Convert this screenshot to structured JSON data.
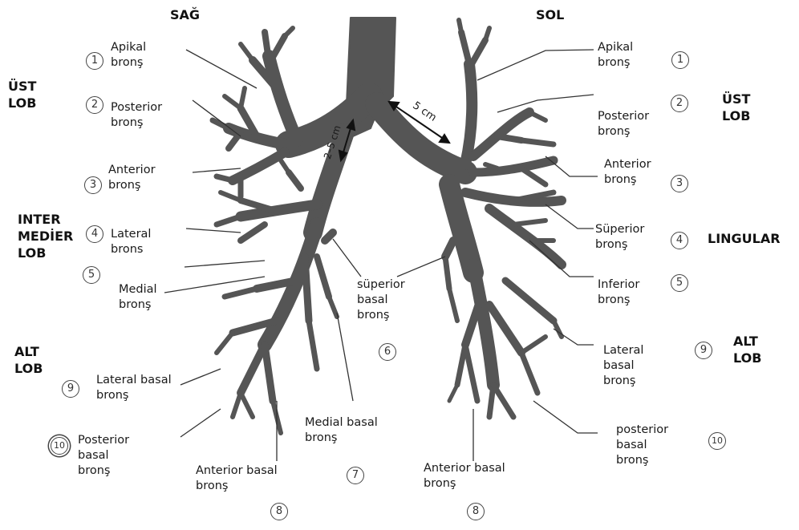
{
  "headers": {
    "right_side": "SAĞ",
    "left_side": "SOL",
    "right_upper": "ÜST\nLOB",
    "right_inter": "INTER\nMEDİER\nLOB",
    "right_lower": "ALT\nLOB",
    "left_upper": "ÜST\nLOB",
    "left_lingular": "LINGULAR",
    "left_lower": "ALT\nLOB"
  },
  "measurements": {
    "left_main": "5 cm",
    "intermedius": "2–5 cm"
  },
  "right_labels": {
    "apical": "Apikal\nbronş",
    "posterior": "Posterior\nbronş",
    "anterior": "Anterior\nbronş",
    "lateral": "Lateral\nbrons",
    "medial": "Medial\nbronş",
    "superior_basal": "süperior\nbasal\nbronş",
    "lateral_basal": "Lateral basal\nbronş",
    "posterior_basal": "Posterior\nbasal\nbronş",
    "anterior_basal": "Anterior basal\nbronş",
    "medial_basal": "Medial basal\nbronş"
  },
  "left_labels": {
    "apical": "Apikal\nbronş",
    "posterior": "Posterior\nbronş",
    "anterior": "Anterior\nbronş",
    "superior": "Süperior\nbronş",
    "inferior": "Inferior\nbronş",
    "lateral_basal": "Lateral\nbasal\nbronş",
    "posterior_basal": "posterior\nbasal\nbronş",
    "anterior_basal": "Anterior basal\nbronş"
  },
  "numbers": {
    "r1": "1",
    "r2": "2",
    "r3": "3",
    "r4": "4",
    "r5": "5",
    "r6": "6",
    "r7": "7",
    "r8": "8",
    "r9": "9",
    "r10": "10",
    "l1": "1",
    "l2": "2",
    "l3": "3",
    "l4": "4",
    "l5": "5",
    "l8": "8",
    "l9": "9",
    "l10": "10"
  },
  "colors": {
    "airway": "#555555",
    "leader": "#333333"
  }
}
